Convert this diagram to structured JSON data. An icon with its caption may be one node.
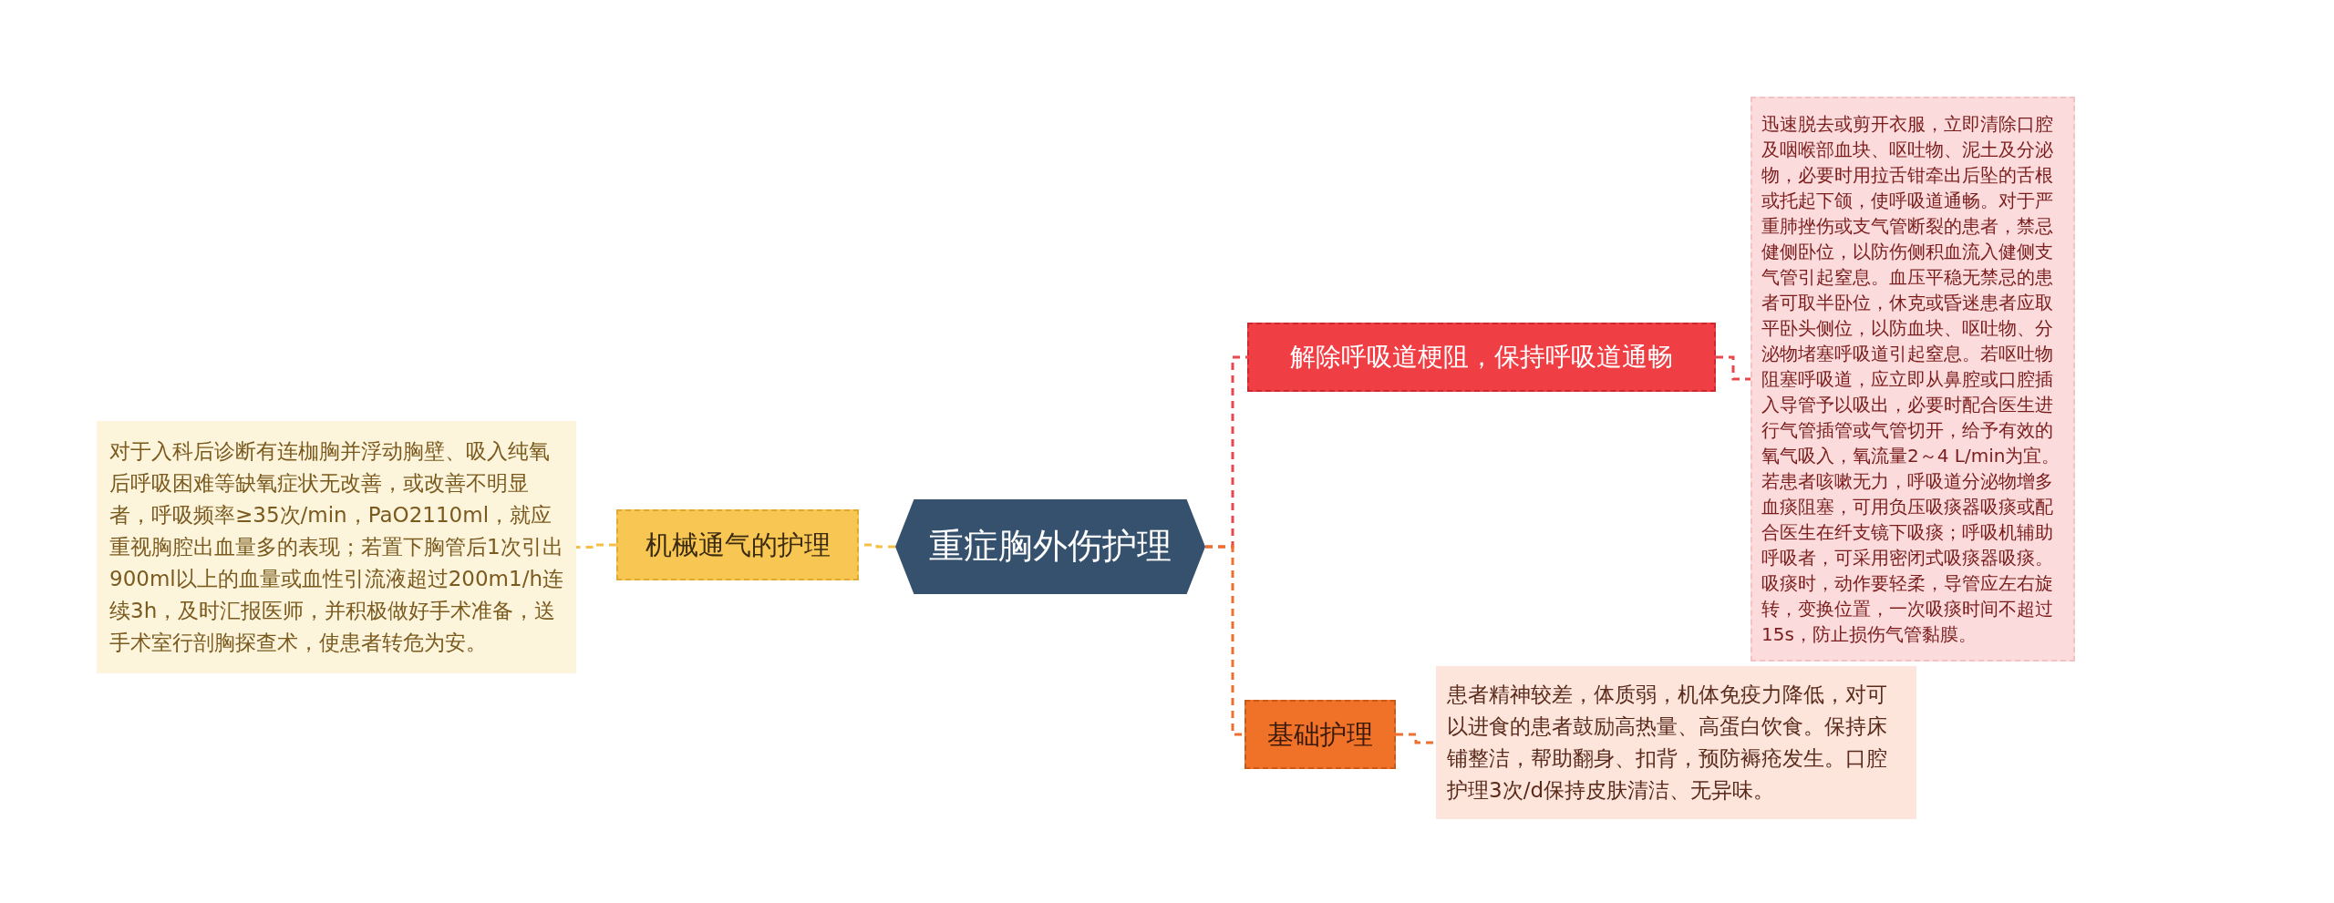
{
  "diagram": {
    "nodes": [
      {
        "text": [
          "重症胸外伤护理"
        ]
      },
      {
        "text": [
          "机械通气的护理"
        ]
      },
      {
        "text": [
          "对于入科后诊断有连枷胸并浮动胸壁、吸入纯氧后呼吸困难等缺氧症状无改善，或改善不明显者，呼吸频率≥35次/min，PaO2110ml，就应重视胸腔出血量多的表现；若置下胸管后1次引出900ml以上的血量或血性引流液超过200m1/h连续3h，及时汇报医师，并积极做好手术准备，送手术室行剖胸探查术，使患者转危为安。"
        ]
      },
      {
        "text": [
          "解除呼吸道梗阻，保持呼吸道通畅"
        ]
      },
      {
        "text": [
          "迅速脱去或剪开衣服，立即清除口腔及咽喉部血块、呕吐物、泥土及分泌物，必要时用拉舌钳牵出后坠的舌根或托起下颌，使呼吸道通畅。对于严重肺挫伤或支气管断裂的患者，禁忌健侧卧位，以防伤侧积血流入健侧支气管引起窒息。血压平稳无禁忌的患者可取半卧位，休克或昏迷患者应取平卧头侧位，以防血块、呕吐物、分泌物堵塞呼吸道引起窒息。若呕吐物阻塞呼吸道，应立即从鼻腔或口腔插入导管予以吸出，必要时配合医生进行气管插管或气管切开，给予有效的氧气吸入，氧流量2～4 L/min为宜。若患者咳嗽无力，呼吸道分泌物增多血痰阻塞，可用负压吸痰器吸痰或配合医生在纤支镜下吸痰；呼吸机辅助呼吸者，可采用密闭式吸痰器吸痰。吸痰时，动作要轻柔，导管应左右旋转，变换位置，一次吸痰时间不超过15s，防止损伤气管黏膜。"
        ]
      },
      {
        "text": [
          "基础护理"
        ]
      },
      {
        "text": [
          "患者精神较差，体质弱，机体免疫力降低，对可以进食的患者鼓励高热量、高蛋白饮食。保持床铺整洁，帮助翻身、扣背，预防褥疮发生。口腔护理3次/d保持皮肤清洁、无异味。"
        ]
      }
    ],
    "edges": [
      {
        "from": 0,
        "to": 1,
        "arrow": "none",
        "style": "dashed",
        "color": "#f5c04a"
      },
      {
        "from": 1,
        "to": 2,
        "arrow": "none",
        "style": "dashed",
        "color": "#f5c04a"
      },
      {
        "from": 0,
        "to": 3,
        "arrow": "none",
        "style": "dashed",
        "color": "#e8474c"
      },
      {
        "from": 3,
        "to": 4,
        "arrow": "none",
        "style": "dashed",
        "color": "#e8474c"
      },
      {
        "from": 0,
        "to": 5,
        "arrow": "none",
        "style": "dashed",
        "color": "#ee7030"
      },
      {
        "from": 5,
        "to": 6,
        "arrow": "none",
        "style": "dashed",
        "color": "#ee7030"
      }
    ]
  }
}
